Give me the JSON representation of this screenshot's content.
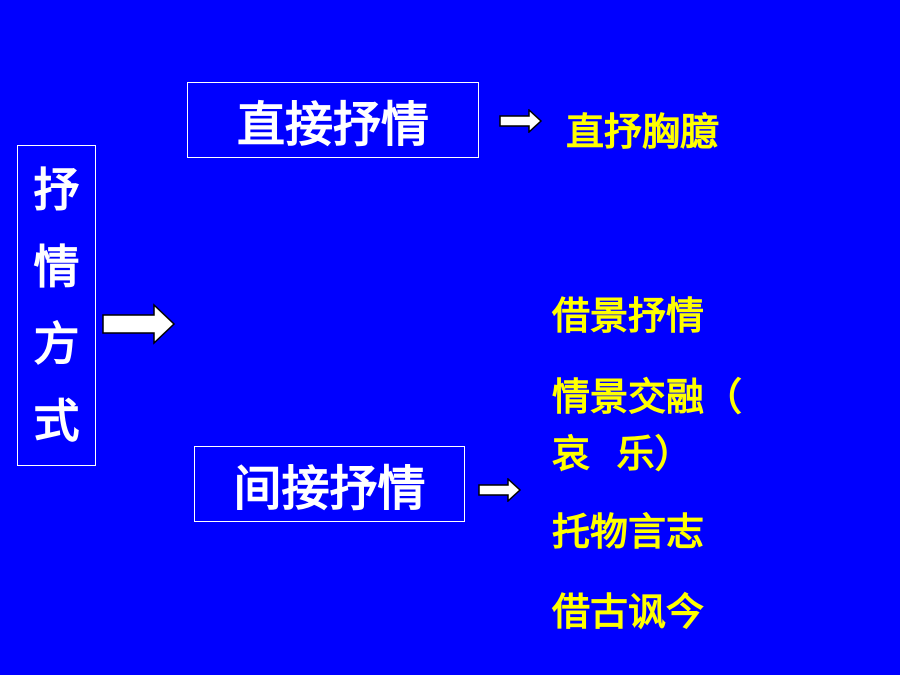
{
  "root": {
    "chars": [
      "抒",
      "情",
      "方",
      "式"
    ]
  },
  "direct": {
    "label": "直接抒情",
    "result": "直抒胸臆"
  },
  "indirect": {
    "label": "间接抒情",
    "results": [
      "借景抒情",
      "情景交融（",
      "哀  乐）",
      "托物言志",
      "借古讽今"
    ]
  },
  "colors": {
    "background": "#0000FF",
    "box_text": "#FFFFFF",
    "result_text": "#FFFF00",
    "arrow": "#FFFFFF"
  }
}
